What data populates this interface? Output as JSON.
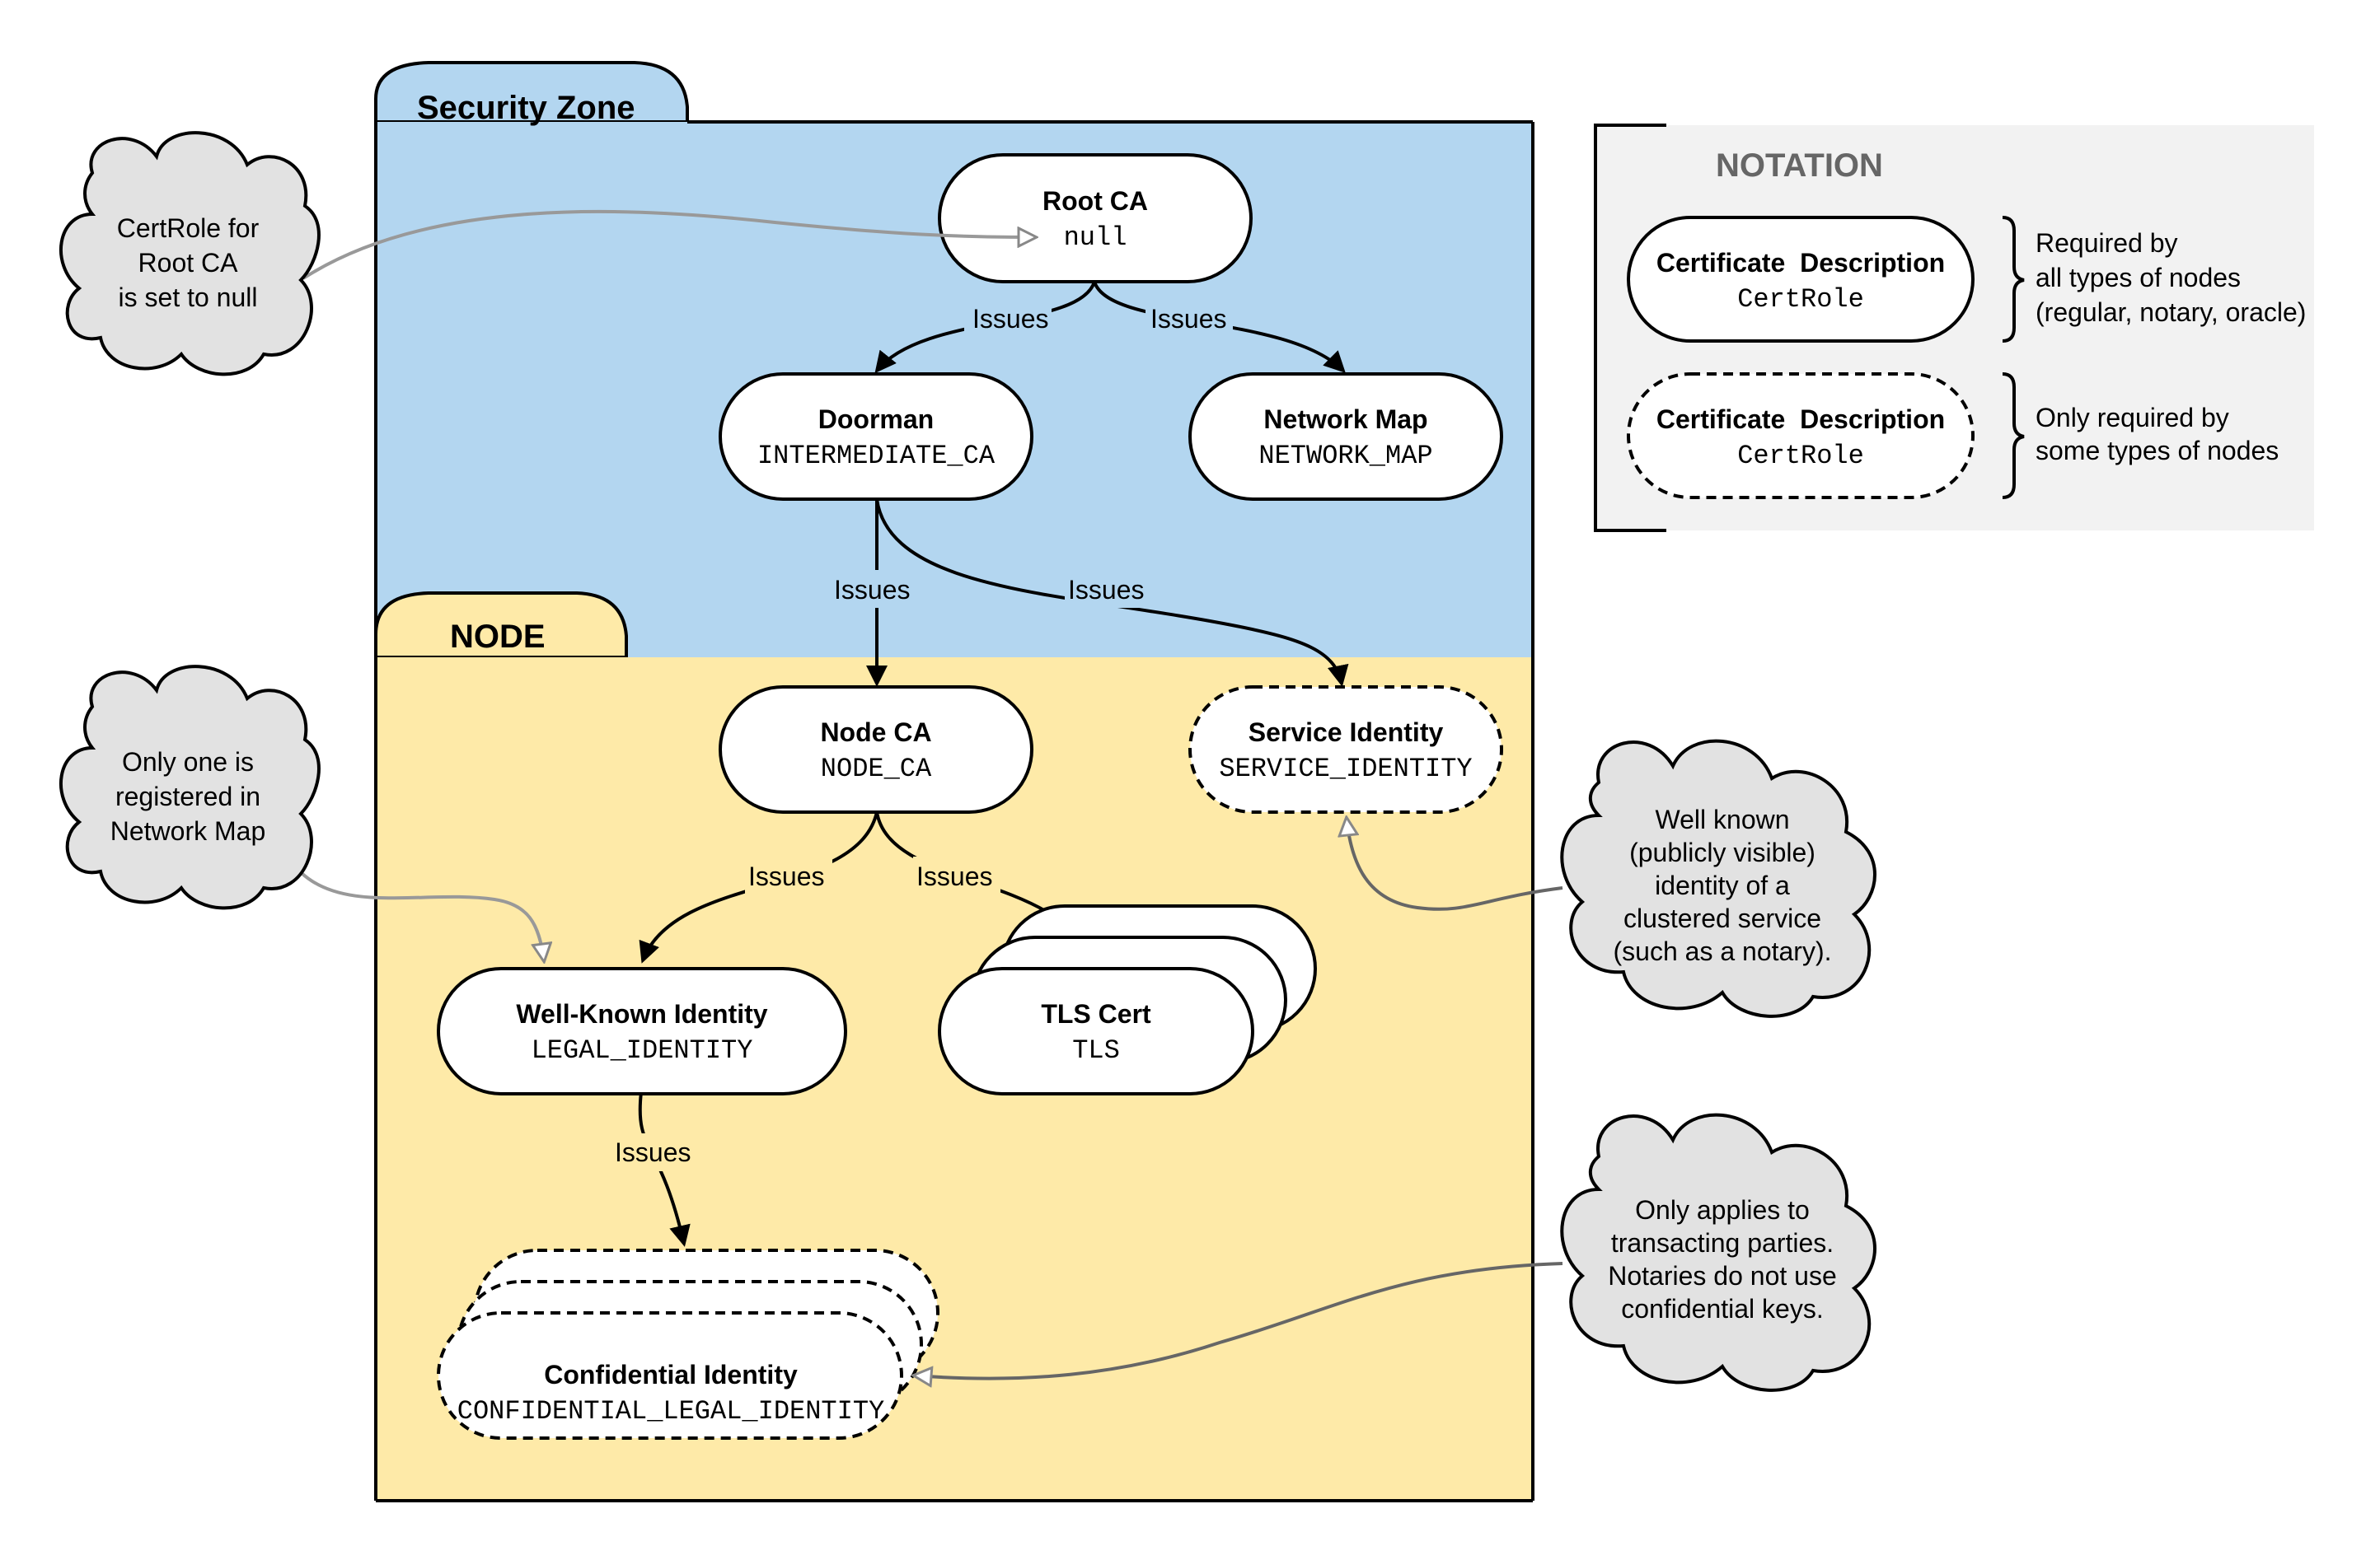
{
  "zones": {
    "security": "Security Zone",
    "node": "NODE"
  },
  "edge_label": "Issues",
  "certs": {
    "root": {
      "name": "Root CA",
      "role": "null"
    },
    "doorman": {
      "name": "Doorman",
      "role": "INTERMEDIATE_CA"
    },
    "network_map": {
      "name": "Network Map",
      "role": "NETWORK_MAP"
    },
    "node_ca": {
      "name": "Node CA",
      "role": "NODE_CA"
    },
    "service": {
      "name": "Service Identity",
      "role": "SERVICE_IDENTITY"
    },
    "legal": {
      "name": "Well-Known Identity",
      "role": "LEGAL_IDENTITY"
    },
    "tls": {
      "name": "TLS Cert",
      "role": "TLS"
    },
    "confidential": {
      "name": "Confidential Identity",
      "role": "CONFIDENTIAL_LEGAL_IDENTITY"
    }
  },
  "clouds": {
    "root_note": [
      "CertRole for",
      "Root CA",
      "is set to null"
    ],
    "netmap_note": [
      "Only one is",
      "registered in",
      "Network Map"
    ],
    "service_note": [
      "Well known",
      "(publicly visible)",
      "identity of a",
      "clustered service",
      "(such as a notary)."
    ],
    "confidential_note": [
      "Only applies to",
      "transacting parties.",
      "Notaries do not use",
      "confidential keys."
    ]
  },
  "notation": {
    "title": "NOTATION",
    "solid": {
      "name": "Certificate  Description",
      "role": "CertRole",
      "note": [
        "Required by",
        "all types of nodes",
        "(regular, notary, oracle)"
      ]
    },
    "dashed": {
      "name": "Certificate  Description",
      "role": "CertRole",
      "note": [
        "Only required by",
        "some types of nodes"
      ]
    }
  },
  "colors": {
    "security_zone": "#b3d6f0",
    "node_zone": "#feeaa8",
    "cloud_fill": "#e2e2e2",
    "notation_bg": "#f2f2f2"
  }
}
